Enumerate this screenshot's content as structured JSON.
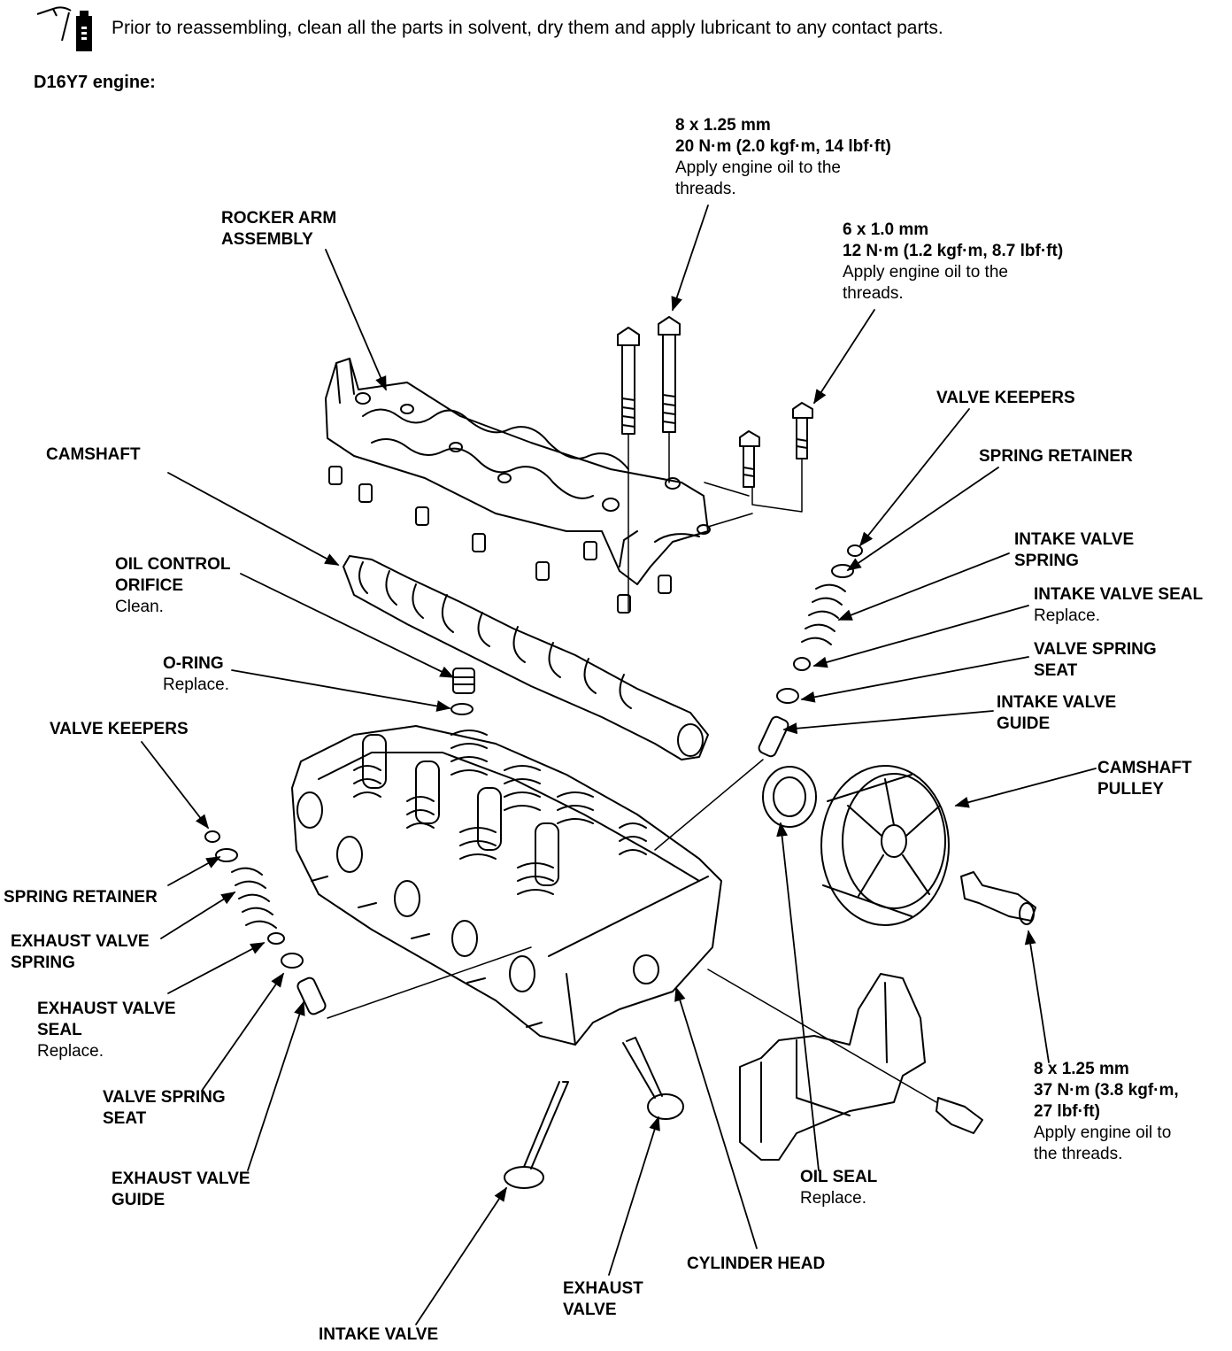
{
  "header": {
    "note": "Prior to reassembling, clean all the parts in solvent, dry them and apply lubricant to any contact parts.",
    "engine_title": "D16Y7 engine:"
  },
  "labels": {
    "bolt_8x125_top": {
      "lines": [
        "8 x 1.25 mm",
        "20 N·m (2.0 kgf·m, 14 lbf·ft)"
      ],
      "notes": [
        "Apply engine oil to the",
        "threads."
      ]
    },
    "bolt_6x10": {
      "lines": [
        "6 x 1.0 mm",
        "12 N·m (1.2 kgf·m, 8.7 lbf·ft)"
      ],
      "notes": [
        "Apply engine oil to the",
        "threads."
      ]
    },
    "rocker_arm_assembly": {
      "lines": [
        "ROCKER ARM",
        "ASSEMBLY"
      ],
      "notes": []
    },
    "camshaft": {
      "lines": [
        "CAMSHAFT"
      ],
      "notes": []
    },
    "oil_control_orifice": {
      "lines": [
        "OIL CONTROL",
        "ORIFICE"
      ],
      "notes": [
        "Clean."
      ]
    },
    "o_ring": {
      "lines": [
        "O-RING"
      ],
      "notes": [
        "Replace."
      ]
    },
    "valve_keepers_left": {
      "lines": [
        "VALVE KEEPERS"
      ],
      "notes": []
    },
    "spring_retainer_left": {
      "lines": [
        "SPRING RETAINER"
      ],
      "notes": []
    },
    "exhaust_valve_spring": {
      "lines": [
        "EXHAUST VALVE",
        "SPRING"
      ],
      "notes": []
    },
    "exhaust_valve_seal": {
      "lines": [
        "EXHAUST VALVE",
        "SEAL"
      ],
      "notes": [
        "Replace."
      ]
    },
    "valve_spring_seat_left": {
      "lines": [
        "VALVE SPRING",
        "SEAT"
      ],
      "notes": []
    },
    "exhaust_valve_guide": {
      "lines": [
        "EXHAUST VALVE",
        "GUIDE"
      ],
      "notes": []
    },
    "intake_valve": {
      "lines": [
        "INTAKE VALVE"
      ],
      "notes": []
    },
    "exhaust_valve": {
      "lines": [
        "EXHAUST",
        "VALVE"
      ],
      "notes": []
    },
    "cylinder_head": {
      "lines": [
        "CYLINDER HEAD"
      ],
      "notes": []
    },
    "oil_seal": {
      "lines": [
        "OIL SEAL"
      ],
      "notes": [
        "Replace."
      ]
    },
    "bolt_8x125_pulley": {
      "lines": [
        "8 x 1.25 mm",
        "37 N·m (3.8 kgf·m,",
        "27 lbf·ft)"
      ],
      "notes": [
        "Apply engine oil to",
        "the threads."
      ]
    },
    "camshaft_pulley": {
      "lines": [
        "CAMSHAFT",
        "PULLEY"
      ],
      "notes": []
    },
    "valve_keepers_right": {
      "lines": [
        "VALVE KEEPERS"
      ],
      "notes": []
    },
    "spring_retainer_right": {
      "lines": [
        "SPRING RETAINER"
      ],
      "notes": []
    },
    "intake_valve_spring": {
      "lines": [
        "INTAKE VALVE",
        "SPRING"
      ],
      "notes": []
    },
    "intake_valve_seal": {
      "lines": [
        "INTAKE VALVE SEAL"
      ],
      "notes": [
        "Replace."
      ]
    },
    "valve_spring_seat_right": {
      "lines": [
        "VALVE SPRING",
        "SEAT"
      ],
      "notes": []
    },
    "intake_valve_guide": {
      "lines": [
        "INTAKE VALVE",
        "GUIDE"
      ],
      "notes": []
    }
  }
}
